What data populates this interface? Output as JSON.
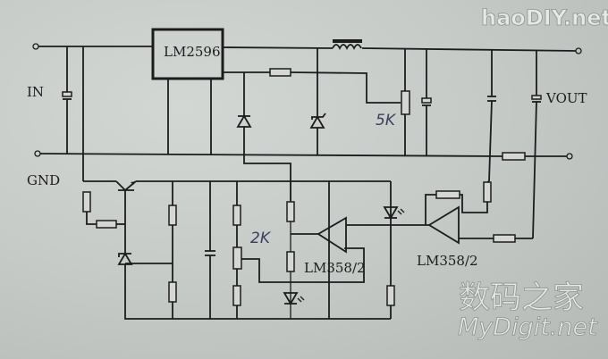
{
  "diagram": {
    "ic_main": "LM2596",
    "label_in": "IN",
    "label_gnd": "GND",
    "label_vout": "VOUT",
    "pot_value_1": "5K",
    "pot_value_2": "2K",
    "opamp_1": "LM358/2",
    "opamp_2": "LM358/2"
  },
  "watermarks": {
    "top_right": "haoDIY.net",
    "chinese": "数码之家",
    "bottom_right": "MyDigit.net"
  }
}
